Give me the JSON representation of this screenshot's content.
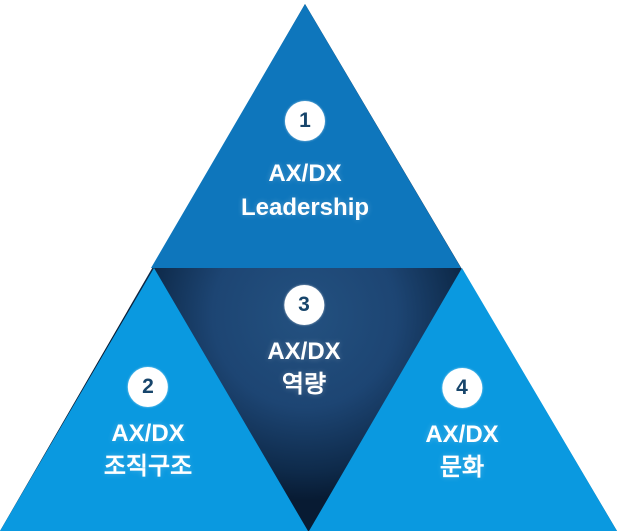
{
  "diagram": {
    "type": "pyramid-4-sections",
    "sections": [
      {
        "number": "1",
        "line1": "AX/DX",
        "line2": "Leadership",
        "position": "top"
      },
      {
        "number": "2",
        "line1": "AX/DX",
        "line2": "조직구조",
        "position": "bottom-left"
      },
      {
        "number": "3",
        "line1": "AX/DX",
        "line2": "역량",
        "position": "center"
      },
      {
        "number": "4",
        "line1": "AX/DX",
        "line2": "문화",
        "position": "bottom-right"
      }
    ]
  },
  "colors": {
    "top_triangle": "#0e76bc",
    "bottom_triangle": "#0a99e0",
    "center_dark_inner": "#235180",
    "center_dark_mid": "#1d4573",
    "center_dark_edge": "#0e2a4a",
    "center_dark_outer": "#081b33",
    "circle_fill": "#ffffff",
    "number_text": "#17456b",
    "label_text": "#ffffff"
  }
}
